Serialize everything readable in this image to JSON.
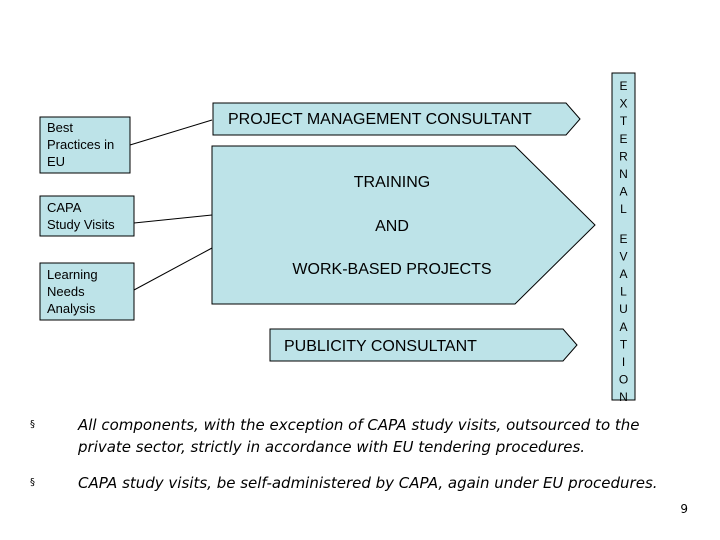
{
  "side_boxes": [
    {
      "lines": [
        "Best",
        "Practices in",
        "EU"
      ]
    },
    {
      "lines": [
        "CAPA",
        "Study Visits"
      ]
    },
    {
      "lines": [
        "Learning",
        "Needs",
        "Analysis"
      ]
    }
  ],
  "top_banner": "PROJECT MANAGEMENT CONSULTANT",
  "center": {
    "line1": "TRAINING",
    "line2": "AND",
    "line3": "WORK-BASED PROJECTS"
  },
  "bottom_banner": "PUBLICITY CONSULTANT",
  "vertical_box": {
    "letters": [
      "E",
      "X",
      "T",
      "E",
      "R",
      "N",
      "A",
      "L",
      "E",
      "V",
      "A",
      "L",
      "U",
      "A",
      "T",
      "I",
      "O",
      "N"
    ]
  },
  "bullets": [
    {
      "marker": "§",
      "text": "All components, with the exception of CAPA study visits, outsourced to the private sector, strictly in accordance with EU tendering procedures."
    },
    {
      "marker": "§",
      "text": "CAPA study visits, be self-administered by CAPA, again under EU procedures."
    }
  ],
  "page_number": "9",
  "colors": {
    "box_fill": "#bde3e8",
    "stroke": "#000000"
  }
}
